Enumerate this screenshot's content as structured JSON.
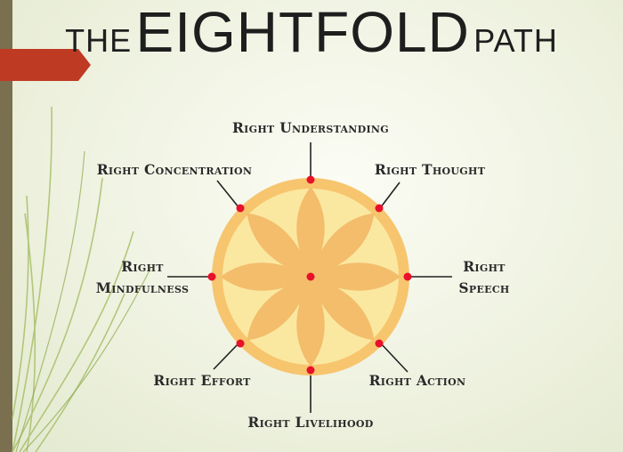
{
  "title": {
    "part1": "THE",
    "part2": "EIGHTFOLD",
    "part3": "PATH"
  },
  "colors": {
    "wheel_rim": "#f7c56e",
    "wheel_inner": "#fbe8a0",
    "petal": "#f3bd6c",
    "dot": "#e8102a",
    "accent_tab": "#bf3a23",
    "left_bar": "#7a6f4e"
  },
  "path": {
    "understanding": "Right Understanding",
    "thought": "Right Thought",
    "speech_1": "Right",
    "speech_2": "Speech",
    "action": "Right Action",
    "livelihood": "Right Livelihood",
    "effort": "Right Effort",
    "mindfulness_1": "Right",
    "mindfulness_2": "Mindfulness",
    "concentration": "Right Concentration"
  }
}
